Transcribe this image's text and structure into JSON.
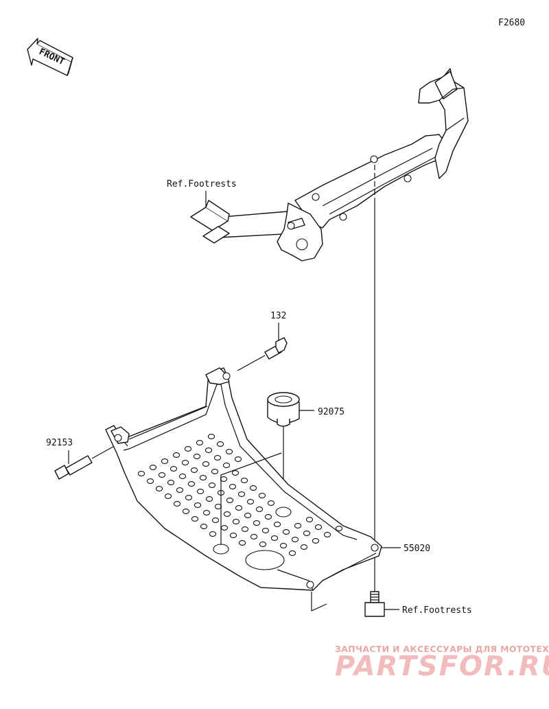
{
  "diagram_id": "F2680",
  "front_label": "FRONT",
  "labels": {
    "ref_footrests_top": "Ref.Footrests",
    "ref_footrests_bottom": "Ref.Footrests",
    "part_132": "132",
    "part_92075": "92075",
    "part_92153": "92153",
    "part_55020": "55020"
  },
  "watermark": {
    "tagline": "ЗАПЧАСТИ И АКСЕССУАРЫ ДЛЯ МОТОТЕХНИКИ",
    "brand": "PARTSFOR.RU"
  },
  "colors": {
    "line": "#111111",
    "watermark": "#f0b4b4"
  }
}
